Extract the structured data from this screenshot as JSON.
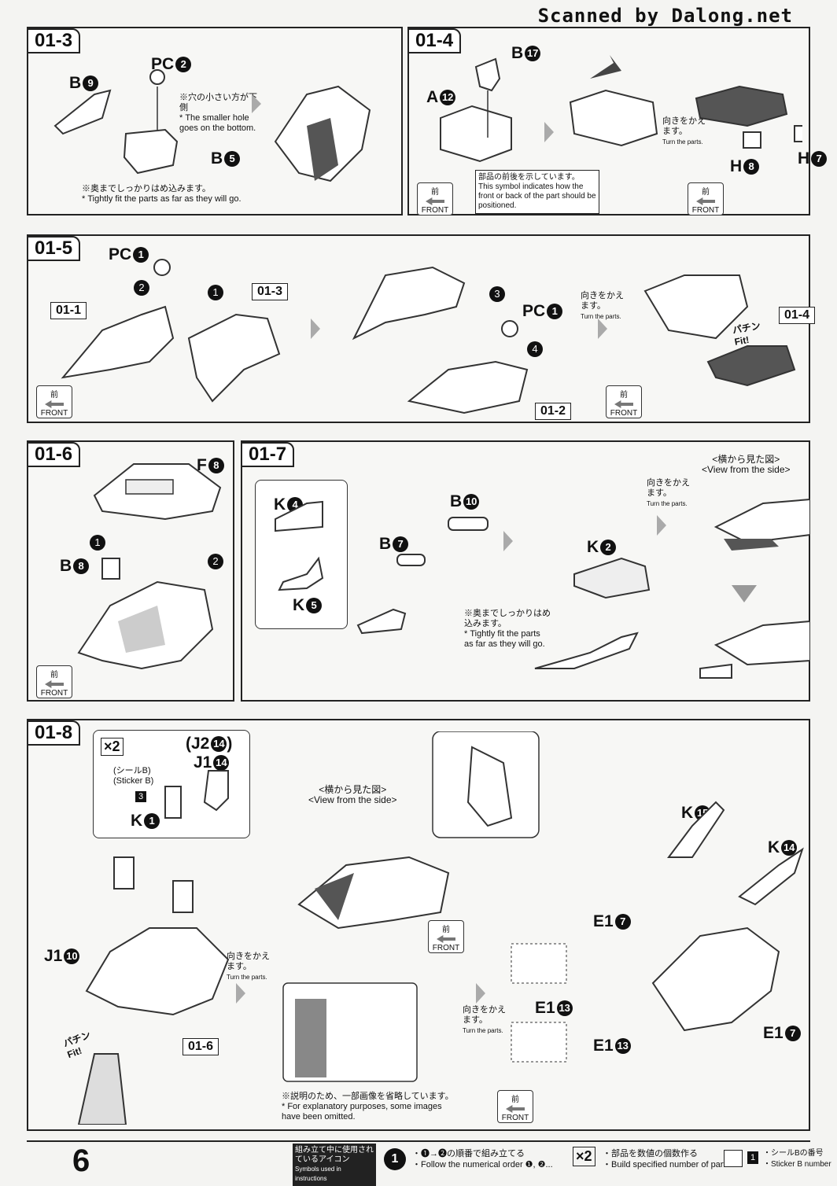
{
  "header": {
    "scanner": "Scanned by Dalong.net"
  },
  "steps": {
    "s13": {
      "tag": "01-3",
      "parts": {
        "b9": "B",
        "b9n": "9",
        "pc2": "PC",
        "pc2n": "2",
        "b5": "B",
        "b5n": "5"
      },
      "note_hole_jp": "※穴の小さい方が下側",
      "note_hole_en": "* The smaller hole goes on the bottom.",
      "note_fit_jp": "※奥までしっかりはめ込みます。",
      "note_fit_en": "* Tightly fit the parts as far as they will go."
    },
    "s14": {
      "tag": "01-4",
      "parts": {
        "b17": "B",
        "b17n": "17",
        "a12": "A",
        "a12n": "12",
        "h8": "H",
        "h8n": "8",
        "h7": "H",
        "h7n": "7"
      },
      "symbol_jp": "部品の前後を示しています。",
      "symbol_en": "This symbol indicates how the front or back of the part should be positioned.",
      "turn_jp": "向きをかえます。",
      "turn_en": "Turn the parts."
    },
    "s15": {
      "tag": "01-5",
      "parts": {
        "pc1a": "PC",
        "pc1an": "1",
        "pc1b": "PC",
        "pc1bn": "1"
      },
      "refs": [
        "01-1",
        "01-3",
        "01-2",
        "01-4"
      ],
      "nums": [
        "1",
        "2",
        "3",
        "4"
      ],
      "turn_jp": "向きをかえます。",
      "turn_en": "Turn the parts.",
      "fit_jp": "パチン",
      "fit_en": "Fit!"
    },
    "s16": {
      "tag": "01-6",
      "parts": {
        "f8": "F",
        "f8n": "8",
        "b8": "B",
        "b8n": "8"
      },
      "nums": [
        "1",
        "2"
      ]
    },
    "s17": {
      "tag": "01-7",
      "parts": {
        "k4": "K",
        "k4n": "4",
        "k5": "K",
        "k5n": "5",
        "b10": "B",
        "b10n": "10",
        "b7": "B",
        "b7n": "7",
        "k2": "K",
        "k2n": "2"
      },
      "view_jp": "<横から見た図>",
      "view_en": "<View from the side>",
      "turn_jp": "向きをかえます。",
      "turn_en": "Turn the parts.",
      "note_fit_jp": "※奥までしっかりはめ込みます。",
      "note_fit_en": "* Tightly fit the parts as far as they will go."
    },
    "s18": {
      "tag": "01-8",
      "x2": "×2",
      "sticker_jp": "(シールB)",
      "sticker_en": "(Sticker B)",
      "sticker_num": "3",
      "parts": {
        "j214": "(J2",
        "j214n": "14",
        "j214c": ")",
        "j114": "J1",
        "j114n": "14",
        "k1": "K",
        "k1n": "1",
        "j110": "J1",
        "j110n": "10",
        "k15": "K",
        "k15n": "15",
        "k14": "K",
        "k14n": "14",
        "e17a": "E1",
        "e17an": "7",
        "e113a": "E1",
        "e113an": "13",
        "e113b": "E1",
        "e113bn": "13",
        "e17b": "E1",
        "e17bn": "7"
      },
      "ref": "01-6",
      "view_jp": "<横から見た図>",
      "view_en": "<View from the side>",
      "turn_jp": "向きをかえます。",
      "turn_en": "Turn the parts.",
      "omit_jp": "※説明のため、一部画像を省略しています。",
      "omit_en": "* For explanatory purposes, some images have been omitted.",
      "fit_jp": "パチン",
      "fit_en": "Fit!"
    }
  },
  "front_badge": {
    "jp": "前",
    "en": "FRONT"
  },
  "footer": {
    "page_number": "6",
    "legend_title_jp": "組み立て中に使用されているアイコン",
    "legend_title_en": "Symbols used in instructions",
    "icon1_num": "1",
    "icon1_jp": "・❶→❷の順番で組み立てる",
    "icon1_en": "・Follow the numerical order ❶, ❷...",
    "icon2_sym": "×2",
    "icon2_jp": "・部品を数値の個数作る",
    "icon2_en": "・Build specified number of parts.",
    "icon3_num": "1",
    "icon3_jp": "・シールBの番号",
    "icon3_en": "・Sticker B number"
  }
}
